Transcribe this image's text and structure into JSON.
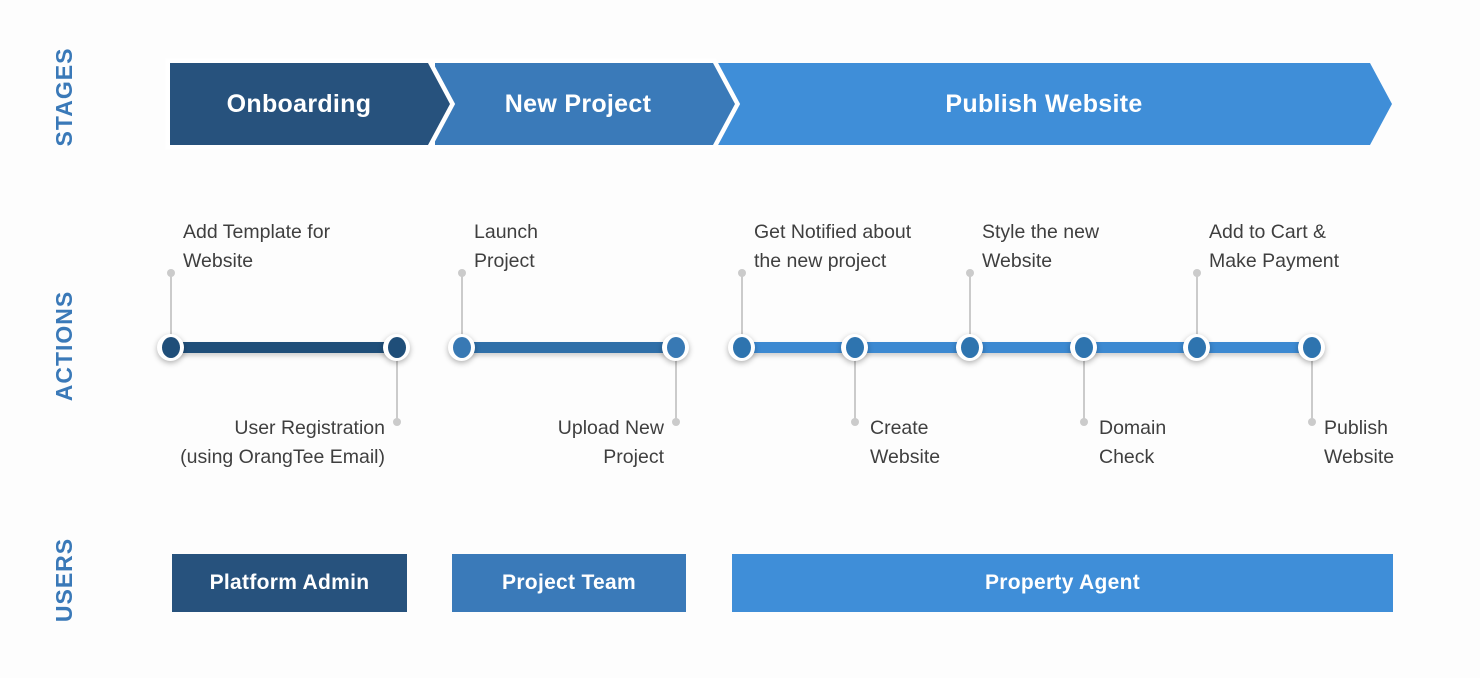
{
  "colors": {
    "stage1": "#27527D",
    "stage2": "#3A7AB9",
    "stage3": "#3F8ED8",
    "line1": "#1F4E79",
    "line2": "#2F6FA8",
    "line3": "#3C89D1",
    "dot1": "#1F4E79",
    "dot2": "#3879B4",
    "dot3": "#2E74AF",
    "rowLabel": "#3A79B8",
    "actionText": "#3F3F3F",
    "connector": "#CBCBCB",
    "stageText": "#FFFFFF"
  },
  "rows": {
    "stages": "STAGES",
    "actions": "ACTIONS",
    "users": "USERS"
  },
  "stages": [
    {
      "label": "Onboarding"
    },
    {
      "label": "New Project"
    },
    {
      "label": "Publish Website"
    }
  ],
  "actions": [
    {
      "label": "Add Template for Website",
      "line1": "Add Template for",
      "line2": "Website",
      "position": "above"
    },
    {
      "label": "User Registration (using OrangTee Email)",
      "line1": "User Registration",
      "line2": "(using OrangTee Email)",
      "position": "below"
    },
    {
      "label": "Launch Project",
      "line1": "Launch",
      "line2": "Project",
      "position": "above"
    },
    {
      "label": "Upload New Project",
      "line1": "Upload New",
      "line2": "Project",
      "position": "below"
    },
    {
      "label": "Get Notified about the new project",
      "line1": "Get Notified about",
      "line2": "the new project",
      "position": "above"
    },
    {
      "label": "Create Website",
      "line1": "Create",
      "line2": "Website",
      "position": "below"
    },
    {
      "label": "Style the new Website",
      "line1": "Style the new",
      "line2": "Website",
      "position": "above"
    },
    {
      "label": "Domain Check",
      "line1": "Domain",
      "line2": "Check",
      "position": "below"
    },
    {
      "label": "Add to Cart & Make Payment",
      "line1": "Add to Cart &",
      "line2": "Make Payment",
      "position": "above"
    },
    {
      "label": "Publish Website",
      "line1": "Publish",
      "line2": "Website",
      "position": "below"
    }
  ],
  "users": [
    {
      "label": "Platform Admin"
    },
    {
      "label": "Project Team"
    },
    {
      "label": "Property Agent"
    }
  ]
}
